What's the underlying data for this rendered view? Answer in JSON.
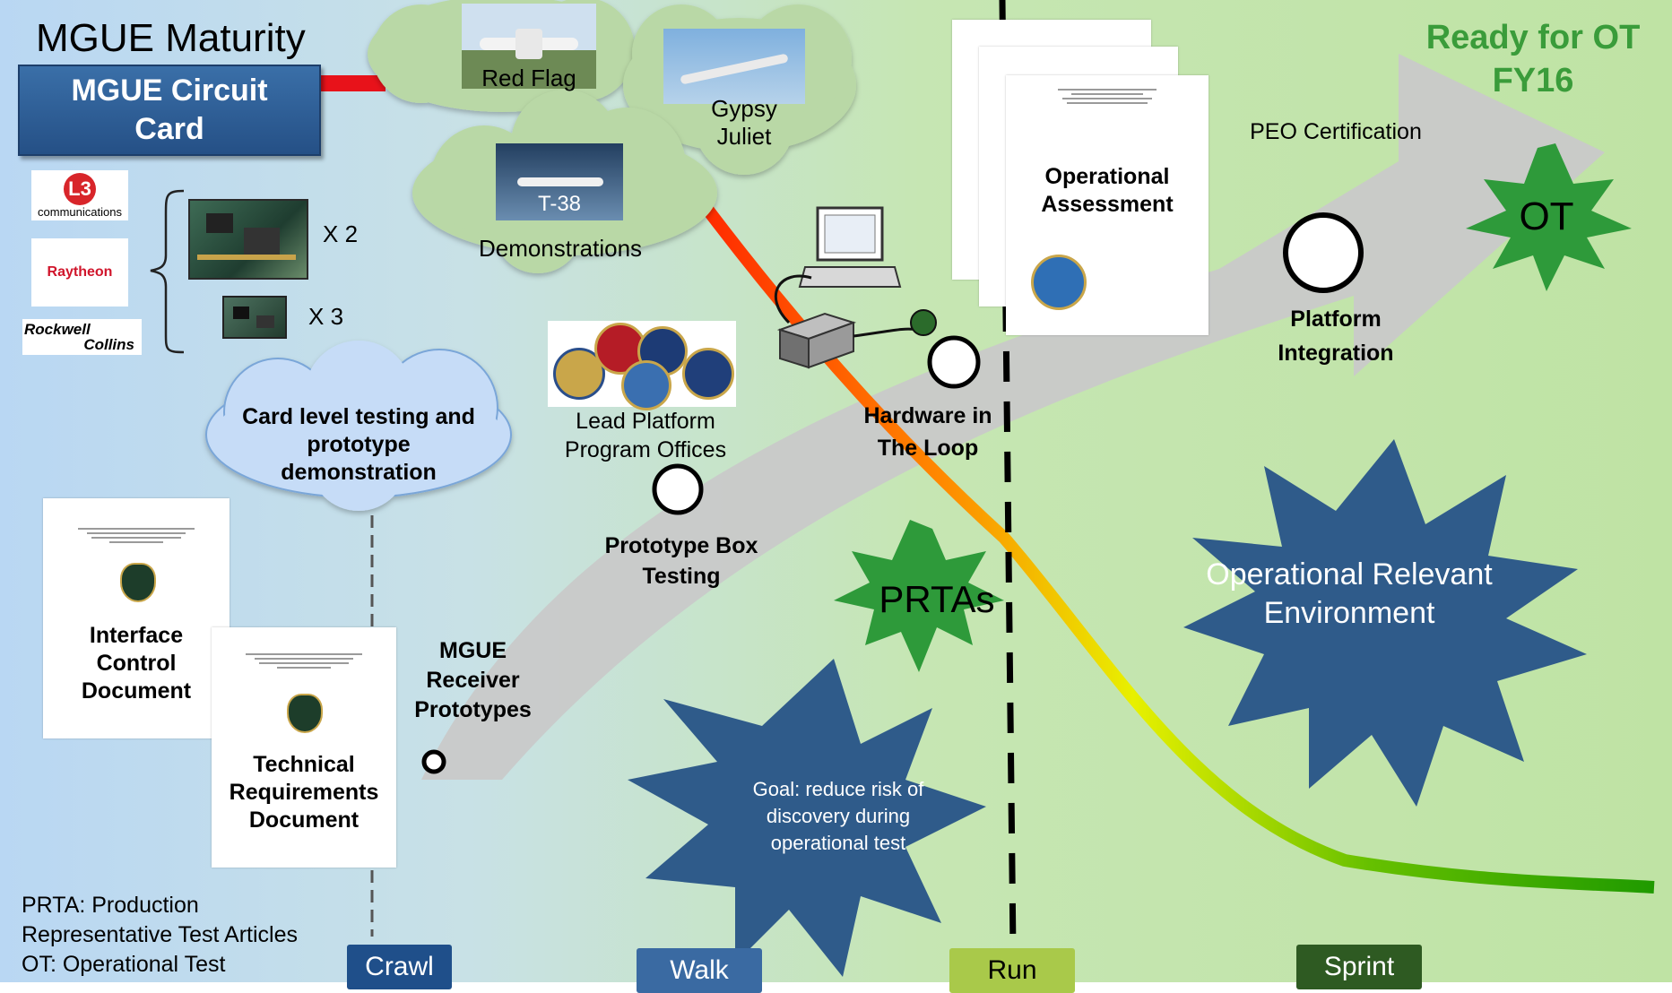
{
  "title": "MGUE Maturity",
  "ready_for_ot": {
    "line1": "Ready for OT",
    "line2": "FY16"
  },
  "circuit_card": {
    "line1": "MGUE Circuit",
    "line2": "Card"
  },
  "vendors": {
    "l3": {
      "mark": "L3",
      "text": "communications"
    },
    "raytheon": "Raytheon",
    "rockwell": {
      "line1": "Rockwell",
      "line2": "Collins"
    }
  },
  "card_counts": {
    "large": "X 2",
    "small": "X 3"
  },
  "clouds": {
    "red_flag": "Red Flag",
    "gypsy_juliet": {
      "line1": "Gypsy",
      "line2": "Juliet"
    },
    "t38": "T-38",
    "demonstrations": "Demonstrations",
    "card_testing": {
      "line1": "Card level testing and",
      "line2": "prototype",
      "line3": "demonstration"
    }
  },
  "lead_platform": {
    "line1": "Lead Platform",
    "line2": "Program Offices"
  },
  "milestones": {
    "mgue_receiver": {
      "line1": "MGUE",
      "line2": "Receiver",
      "line3": "Prototypes"
    },
    "prototype_box": {
      "line1": "Prototype Box",
      "line2": "Testing"
    },
    "hardware_loop": {
      "line1": "Hardware in",
      "line2": "The Loop"
    },
    "platform_integration": {
      "line1": "Platform",
      "line2": "Integration"
    },
    "peo_certification": "PEO Certification"
  },
  "documents": {
    "icd": {
      "line1": "Interface",
      "line2": "Control",
      "line3": "Document"
    },
    "trd": {
      "line1": "Technical",
      "line2": "Requirements",
      "line3": "Document"
    },
    "oa": {
      "line1": "Operational",
      "line2": "Assessment"
    }
  },
  "stars": {
    "prtas": "PRTAs",
    "ot": "OT",
    "goal": {
      "line1": "Goal: reduce risk of",
      "line2": "discovery during",
      "line3": "operational test"
    },
    "ore": {
      "line1": "Operational Relevant",
      "line2": "Environment"
    }
  },
  "legend": {
    "line1": "PRTA: Production",
    "line2": "Representative Test Articles",
    "line3": "OT: Operational Test"
  },
  "phases": {
    "crawl": "Crawl",
    "walk": "Walk",
    "run": "Run",
    "sprint": "Sprint"
  },
  "colors": {
    "title_blue": "#2e5d8e",
    "star_blue": "#2f5b8a",
    "star_green": "#2e9a3a",
    "ready_green": "#3a9c3a",
    "phase_crawl": "#1f4f8a",
    "phase_walk": "#3a6aa2",
    "phase_run": "#a9c94a",
    "phase_sprint": "#2e5a22"
  }
}
